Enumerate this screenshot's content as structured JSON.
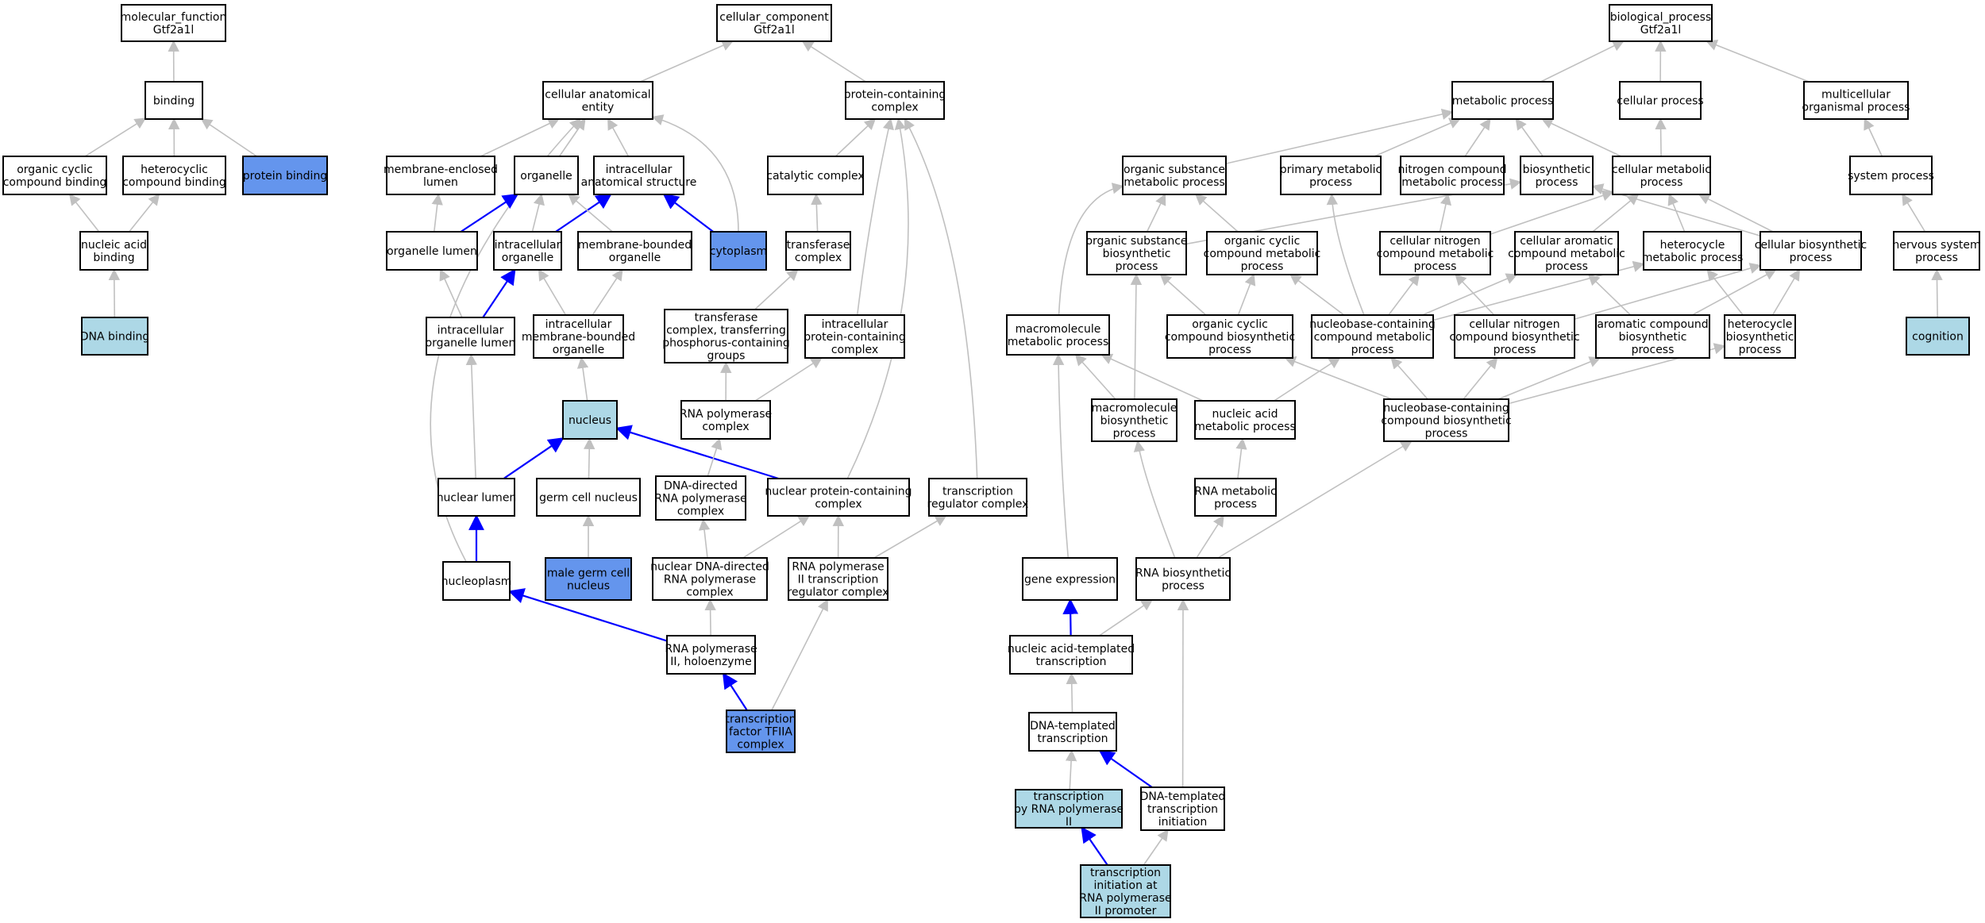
{
  "colors": {
    "default_fill": "#ffffff",
    "annotated_fill": "#add8e6",
    "highlight_fill": "#6495ed",
    "edge_gray": "#c0c0c0",
    "edge_blue": "#0000ff"
  },
  "nodes": [
    {
      "id": "mf",
      "lines": [
        "molecular_function",
        "Gtf2a1l"
      ]
    },
    {
      "id": "binding",
      "lines": [
        "binding"
      ]
    },
    {
      "id": "org_cyc_bind",
      "lines": [
        "organic cyclic",
        "compound binding"
      ]
    },
    {
      "id": "het_bind",
      "lines": [
        "heterocyclic",
        "compound binding"
      ]
    },
    {
      "id": "prot_bind",
      "lines": [
        "protein binding"
      ],
      "fill": "highlight"
    },
    {
      "id": "na_bind",
      "lines": [
        "nucleic acid",
        "binding"
      ]
    },
    {
      "id": "dna_bind",
      "lines": [
        "DNA binding"
      ],
      "fill": "annotated"
    },
    {
      "id": "cc",
      "lines": [
        "cellular_component",
        "Gtf2a1l"
      ]
    },
    {
      "id": "cae",
      "lines": [
        "cellular anatomical",
        "entity"
      ]
    },
    {
      "id": "pcc",
      "lines": [
        "protein-containing",
        "complex"
      ]
    },
    {
      "id": "mem_lumen",
      "lines": [
        "membrane-enclosed",
        "lumen"
      ]
    },
    {
      "id": "organelle",
      "lines": [
        "organelle"
      ]
    },
    {
      "id": "ias",
      "lines": [
        "intracellular",
        "anatomical structure"
      ]
    },
    {
      "id": "org_lumen",
      "lines": [
        "organelle lumen"
      ]
    },
    {
      "id": "io",
      "lines": [
        "intracellular",
        "organelle"
      ]
    },
    {
      "id": "mbo",
      "lines": [
        "membrane-bounded",
        "organelle"
      ]
    },
    {
      "id": "cytoplasm",
      "lines": [
        "cytoplasm"
      ],
      "fill": "highlight"
    },
    {
      "id": "iol",
      "lines": [
        "intracellular",
        "organelle lumen"
      ]
    },
    {
      "id": "imbo",
      "lines": [
        "intracellular",
        "membrane-bounded",
        "organelle"
      ]
    },
    {
      "id": "nucleus",
      "lines": [
        "nucleus"
      ],
      "fill": "annotated"
    },
    {
      "id": "nuc_lumen",
      "lines": [
        "nuclear lumen"
      ]
    },
    {
      "id": "germ_nuc",
      "lines": [
        "germ cell nucleus"
      ]
    },
    {
      "id": "nucleoplasm",
      "lines": [
        "nucleoplasm"
      ]
    },
    {
      "id": "male_germ",
      "lines": [
        "male germ cell",
        "nucleus"
      ],
      "fill": "highlight"
    },
    {
      "id": "cat_cplx",
      "lines": [
        "catalytic complex"
      ]
    },
    {
      "id": "transf_cplx",
      "lines": [
        "transferase",
        "complex"
      ]
    },
    {
      "id": "tc_phos",
      "lines": [
        "transferase",
        "complex, transferring",
        "phosphorus-containing",
        "groups"
      ]
    },
    {
      "id": "ipcc",
      "lines": [
        "intracellular",
        "protein-containing",
        "complex"
      ]
    },
    {
      "id": "rnap_cplx",
      "lines": [
        "RNA polymerase",
        "complex"
      ]
    },
    {
      "id": "dd_rnap",
      "lines": [
        "DNA-directed",
        "RNA polymerase",
        "complex"
      ]
    },
    {
      "id": "npcc",
      "lines": [
        "nuclear protein-containing",
        "complex"
      ]
    },
    {
      "id": "trc",
      "lines": [
        "transcription",
        "regulator complex"
      ]
    },
    {
      "id": "ndd_rnap",
      "lines": [
        "nuclear DNA-directed",
        "RNA polymerase",
        "complex"
      ]
    },
    {
      "id": "rnap2_trc",
      "lines": [
        "RNA polymerase",
        "II transcription",
        "regulator complex"
      ]
    },
    {
      "id": "rnap2_holo",
      "lines": [
        "RNA polymerase",
        "II, holoenzyme"
      ]
    },
    {
      "id": "tfiia",
      "lines": [
        "transcription",
        "factor TFIIA",
        "complex"
      ],
      "fill": "highlight"
    },
    {
      "id": "bp",
      "lines": [
        "biological_process",
        "Gtf2a1l"
      ]
    },
    {
      "id": "metab",
      "lines": [
        "metabolic process"
      ]
    },
    {
      "id": "cellproc",
      "lines": [
        "cellular process"
      ]
    },
    {
      "id": "multi",
      "lines": [
        "multicellular",
        "organismal process"
      ]
    },
    {
      "id": "osmp",
      "lines": [
        "organic substance",
        "metabolic process"
      ]
    },
    {
      "id": "pmp",
      "lines": [
        "primary metabolic",
        "process"
      ]
    },
    {
      "id": "ncmp",
      "lines": [
        "nitrogen compound",
        "metabolic process"
      ]
    },
    {
      "id": "biosyn",
      "lines": [
        "biosynthetic",
        "process"
      ]
    },
    {
      "id": "cmp",
      "lines": [
        "cellular metabolic",
        "process"
      ]
    },
    {
      "id": "sysproc",
      "lines": [
        "system process"
      ]
    },
    {
      "id": "osbp",
      "lines": [
        "organic substance",
        "biosynthetic",
        "process"
      ]
    },
    {
      "id": "occmp",
      "lines": [
        "organic cyclic",
        "compound metabolic",
        "process"
      ]
    },
    {
      "id": "cncmp",
      "lines": [
        "cellular nitrogen",
        "compound metabolic",
        "process"
      ]
    },
    {
      "id": "cacmp",
      "lines": [
        "cellular aromatic",
        "compound metabolic",
        "process"
      ]
    },
    {
      "id": "hmp",
      "lines": [
        "heterocycle",
        "metabolic process"
      ]
    },
    {
      "id": "cbp",
      "lines": [
        "cellular biosynthetic",
        "process"
      ]
    },
    {
      "id": "nsp",
      "lines": [
        "nervous system",
        "process"
      ]
    },
    {
      "id": "mmp",
      "lines": [
        "macromolecule",
        "metabolic process"
      ]
    },
    {
      "id": "occbp",
      "lines": [
        "organic cyclic",
        "compound biosynthetic",
        "process"
      ]
    },
    {
      "id": "nbccmp",
      "lines": [
        "nucleobase-containing",
        "compound metabolic",
        "process"
      ]
    },
    {
      "id": "cncbp",
      "lines": [
        "cellular nitrogen",
        "compound biosynthetic",
        "process"
      ]
    },
    {
      "id": "acbp",
      "lines": [
        "aromatic compound",
        "biosynthetic",
        "process"
      ]
    },
    {
      "id": "hbp",
      "lines": [
        "heterocycle",
        "biosynthetic",
        "process"
      ]
    },
    {
      "id": "cognition",
      "lines": [
        "cognition"
      ],
      "fill": "annotated"
    },
    {
      "id": "mbp",
      "lines": [
        "macromolecule",
        "biosynthetic",
        "process"
      ]
    },
    {
      "id": "namp",
      "lines": [
        "nucleic acid",
        "metabolic process"
      ]
    },
    {
      "id": "nbccbp",
      "lines": [
        "nucleobase-containing",
        "compound biosynthetic",
        "process"
      ]
    },
    {
      "id": "rnamp",
      "lines": [
        "RNA metabolic",
        "process"
      ]
    },
    {
      "id": "geneexp",
      "lines": [
        "gene expression"
      ]
    },
    {
      "id": "rnabp",
      "lines": [
        "RNA biosynthetic",
        "process"
      ]
    },
    {
      "id": "natt",
      "lines": [
        "nucleic acid-templated",
        "transcription"
      ]
    },
    {
      "id": "dtt",
      "lines": [
        "DNA-templated",
        "transcription"
      ]
    },
    {
      "id": "trnap2",
      "lines": [
        "transcription",
        "by RNA polymerase",
        "II"
      ],
      "fill": "annotated"
    },
    {
      "id": "dtti",
      "lines": [
        "DNA-templated",
        "transcription",
        "initiation"
      ]
    },
    {
      "id": "tirnap2",
      "lines": [
        "transcription",
        "initiation at",
        "RNA polymerase",
        "II promoter"
      ],
      "fill": "annotated"
    }
  ],
  "edges": [
    {
      "from": "binding",
      "to": "mf"
    },
    {
      "from": "org_cyc_bind",
      "to": "binding"
    },
    {
      "from": "het_bind",
      "to": "binding"
    },
    {
      "from": "prot_bind",
      "to": "binding"
    },
    {
      "from": "na_bind",
      "to": "org_cyc_bind"
    },
    {
      "from": "na_bind",
      "to": "het_bind"
    },
    {
      "from": "dna_bind",
      "to": "na_bind"
    },
    {
      "from": "cae",
      "to": "cc"
    },
    {
      "from": "pcc",
      "to": "cc"
    },
    {
      "from": "mem_lumen",
      "to": "cae"
    },
    {
      "from": "organelle",
      "to": "cae"
    },
    {
      "from": "ias",
      "to": "cae"
    },
    {
      "from": "cytoplasm",
      "to": "cae"
    },
    {
      "from": "nucleoplasm",
      "to": "cae"
    },
    {
      "from": "org_lumen",
      "to": "mem_lumen"
    },
    {
      "from": "org_lumen",
      "to": "organelle",
      "color": "blue"
    },
    {
      "from": "io",
      "to": "organelle"
    },
    {
      "from": "io",
      "to": "ias",
      "color": "blue"
    },
    {
      "from": "mbo",
      "to": "organelle"
    },
    {
      "from": "cytoplasm",
      "to": "ias",
      "color": "blue"
    },
    {
      "from": "iol",
      "to": "org_lumen"
    },
    {
      "from": "iol",
      "to": "io",
      "color": "blue"
    },
    {
      "from": "imbo",
      "to": "io"
    },
    {
      "from": "imbo",
      "to": "mbo"
    },
    {
      "from": "nucleus",
      "to": "imbo"
    },
    {
      "from": "nuc_lumen",
      "to": "iol"
    },
    {
      "from": "nuc_lumen",
      "to": "nucleus",
      "color": "blue"
    },
    {
      "from": "germ_nuc",
      "to": "nucleus"
    },
    {
      "from": "nucleoplasm",
      "to": "nuc_lumen",
      "color": "blue"
    },
    {
      "from": "male_germ",
      "to": "germ_nuc"
    },
    {
      "from": "npcc",
      "to": "nucleus",
      "color": "blue"
    },
    {
      "from": "cat_cplx",
      "to": "pcc"
    },
    {
      "from": "ipcc",
      "to": "pcc"
    },
    {
      "from": "npcc",
      "to": "pcc"
    },
    {
      "from": "trc",
      "to": "pcc"
    },
    {
      "from": "transf_cplx",
      "to": "cat_cplx"
    },
    {
      "from": "tc_phos",
      "to": "transf_cplx"
    },
    {
      "from": "rnap_cplx",
      "to": "tc_phos"
    },
    {
      "from": "rnap_cplx",
      "to": "ipcc"
    },
    {
      "from": "dd_rnap",
      "to": "rnap_cplx"
    },
    {
      "from": "ndd_rnap",
      "to": "dd_rnap"
    },
    {
      "from": "ndd_rnap",
      "to": "npcc"
    },
    {
      "from": "rnap2_trc",
      "to": "npcc"
    },
    {
      "from": "rnap2_trc",
      "to": "trc"
    },
    {
      "from": "rnap2_holo",
      "to": "ndd_rnap"
    },
    {
      "from": "rnap2_holo",
      "to": "nucleoplasm",
      "color": "blue"
    },
    {
      "from": "tfiia",
      "to": "rnap2_holo",
      "color": "blue"
    },
    {
      "from": "tfiia",
      "to": "rnap2_trc"
    },
    {
      "from": "metab",
      "to": "bp"
    },
    {
      "from": "cellproc",
      "to": "bp"
    },
    {
      "from": "multi",
      "to": "bp"
    },
    {
      "from": "osmp",
      "to": "metab"
    },
    {
      "from": "pmp",
      "to": "metab"
    },
    {
      "from": "ncmp",
      "to": "metab"
    },
    {
      "from": "biosyn",
      "to": "metab"
    },
    {
      "from": "cmp",
      "to": "metab"
    },
    {
      "from": "cmp",
      "to": "cellproc"
    },
    {
      "from": "sysproc",
      "to": "multi"
    },
    {
      "from": "osbp",
      "to": "osmp"
    },
    {
      "from": "osbp",
      "to": "biosyn"
    },
    {
      "from": "occmp",
      "to": "osmp"
    },
    {
      "from": "cncmp",
      "to": "ncmp"
    },
    {
      "from": "cncmp",
      "to": "cmp"
    },
    {
      "from": "cacmp",
      "to": "cmp"
    },
    {
      "from": "hmp",
      "to": "cmp"
    },
    {
      "from": "cbp",
      "to": "biosyn"
    },
    {
      "from": "cbp",
      "to": "cmp"
    },
    {
      "from": "nsp",
      "to": "sysproc"
    },
    {
      "from": "mmp",
      "to": "osmp"
    },
    {
      "from": "occbp",
      "to": "osbp"
    },
    {
      "from": "occbp",
      "to": "occmp"
    },
    {
      "from": "nbccmp",
      "to": "pmp"
    },
    {
      "from": "nbccmp",
      "to": "occmp"
    },
    {
      "from": "nbccmp",
      "to": "cncmp"
    },
    {
      "from": "nbccmp",
      "to": "cacmp"
    },
    {
      "from": "nbccmp",
      "to": "hmp"
    },
    {
      "from": "cncbp",
      "to": "cncmp"
    },
    {
      "from": "cncbp",
      "to": "cbp"
    },
    {
      "from": "acbp",
      "to": "cacmp"
    },
    {
      "from": "acbp",
      "to": "cbp"
    },
    {
      "from": "hbp",
      "to": "hmp"
    },
    {
      "from": "hbp",
      "to": "cbp"
    },
    {
      "from": "cognition",
      "to": "nsp"
    },
    {
      "from": "mbp",
      "to": "osbp"
    },
    {
      "from": "mbp",
      "to": "mmp"
    },
    {
      "from": "namp",
      "to": "mmp"
    },
    {
      "from": "namp",
      "to": "nbccmp"
    },
    {
      "from": "nbccbp",
      "to": "occbp"
    },
    {
      "from": "nbccbp",
      "to": "nbccmp"
    },
    {
      "from": "nbccbp",
      "to": "cncbp"
    },
    {
      "from": "nbccbp",
      "to": "acbp"
    },
    {
      "from": "nbccbp",
      "to": "hbp"
    },
    {
      "from": "rnamp",
      "to": "namp"
    },
    {
      "from": "geneexp",
      "to": "mmp"
    },
    {
      "from": "rnabp",
      "to": "mbp"
    },
    {
      "from": "rnabp",
      "to": "rnamp"
    },
    {
      "from": "rnabp",
      "to": "nbccbp"
    },
    {
      "from": "natt",
      "to": "geneexp",
      "color": "blue"
    },
    {
      "from": "natt",
      "to": "rnabp"
    },
    {
      "from": "dtt",
      "to": "natt"
    },
    {
      "from": "trnap2",
      "to": "dtt"
    },
    {
      "from": "dtti",
      "to": "dtt",
      "color": "blue"
    },
    {
      "from": "dtti",
      "to": "rnabp"
    },
    {
      "from": "tirnap2",
      "to": "trnap2",
      "color": "blue"
    },
    {
      "from": "tirnap2",
      "to": "dtti"
    }
  ]
}
